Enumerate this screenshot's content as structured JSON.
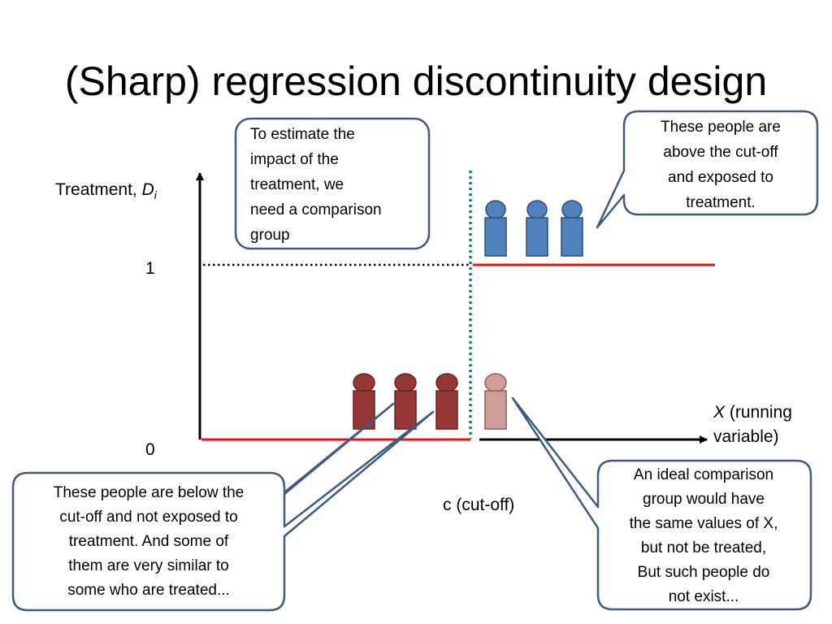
{
  "title": "(Sharp) regression discontinuity design",
  "axes": {
    "y_label": "Treatment, ",
    "y_label_var": "D",
    "y_label_sub": "i",
    "tick_one": "1",
    "tick_zero": "0",
    "x_label_var": "X",
    "x_label_rest": " (running",
    "x_label_line2": "variable)",
    "cutoff_label": "c (cut-off)"
  },
  "callouts": {
    "comparison_need": [
      "To estimate the",
      "impact of the",
      "treatment, we",
      "need a comparison",
      "group"
    ],
    "above_cutoff": [
      "These people are",
      "above the cut-off",
      "and exposed to",
      "treatment."
    ],
    "below_cutoff": [
      "These people are below the",
      "cut-off and not exposed to",
      "treatment. And some of",
      "them are very similar to",
      "some who are treated..."
    ],
    "ideal_comparison": [
      "An ideal comparison",
      "group would have",
      "the same values of X,",
      "but not be treated,",
      "But such people do",
      "not exist..."
    ]
  },
  "colors": {
    "treated_person": "#4f81bd",
    "treated_outline": "#2c4d75",
    "untreated_person": "#953735",
    "untreated_outline": "#632523",
    "hypothetical_person": "#d19d9b",
    "treatment_line": "#e8131b",
    "cutoff_line": "#16826c",
    "callout_border": "#3d5a80"
  }
}
